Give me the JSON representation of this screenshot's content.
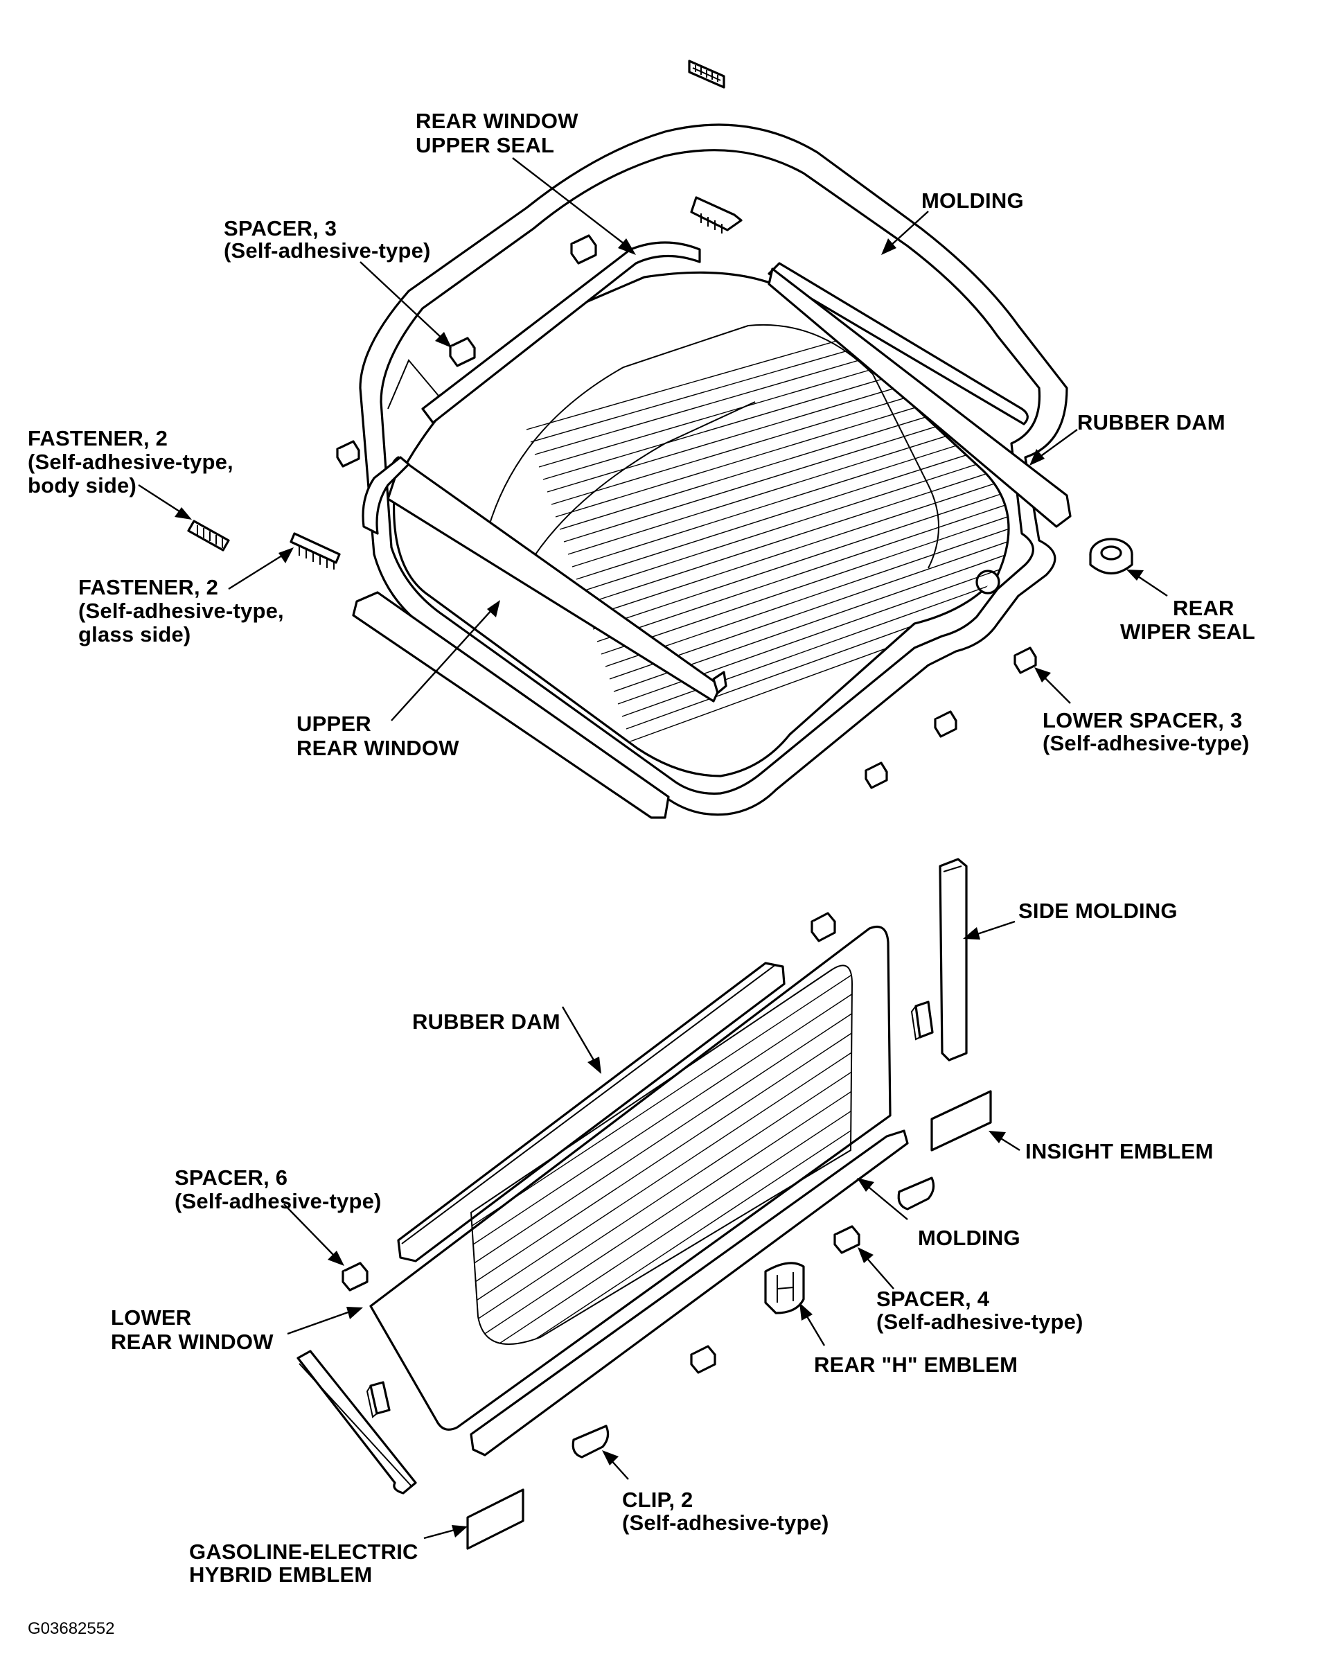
{
  "labels": {
    "rear_window_upper_seal": [
      "REAR WINDOW",
      "UPPER SEAL"
    ],
    "molding_top": [
      "MOLDING"
    ],
    "spacer_3": [
      "SPACER, 3",
      "(Self-adhesive-type)"
    ],
    "rubber_dam_top": [
      "RUBBER DAM"
    ],
    "fastener_body": [
      "FASTENER, 2",
      "(Self-adhesive-type,",
      "body side)"
    ],
    "fastener_glass": [
      "FASTENER, 2",
      "(Self-adhesive-type,",
      "glass side)"
    ],
    "rear_wiper_seal": [
      "REAR",
      "WIPER SEAL"
    ],
    "upper_rear_window": [
      "UPPER",
      "REAR WINDOW"
    ],
    "lower_spacer_3": [
      "LOWER SPACER, 3",
      "(Self-adhesive-type)"
    ],
    "side_molding": [
      "SIDE MOLDING"
    ],
    "rubber_dam_bottom": [
      "RUBBER DAM"
    ],
    "insight_emblem": [
      "INSIGHT EMBLEM"
    ],
    "spacer_6": [
      "SPACER, 6",
      "(Self-adhesive-type)"
    ],
    "molding_bottom": [
      "MOLDING"
    ],
    "lower_rear_window": [
      "LOWER",
      "REAR WINDOW"
    ],
    "spacer_4": [
      "SPACER, 4",
      "(Self-adhesive-type)"
    ],
    "rear_h_emblem": [
      "REAR \"H\" EMBLEM"
    ],
    "clip_2": [
      "CLIP, 2",
      "(Self-adhesive-type)"
    ],
    "hybrid_emblem": [
      "GASOLINE-ELECTRIC",
      "HYBRID EMBLEM"
    ]
  },
  "figure_id": "G03682552"
}
